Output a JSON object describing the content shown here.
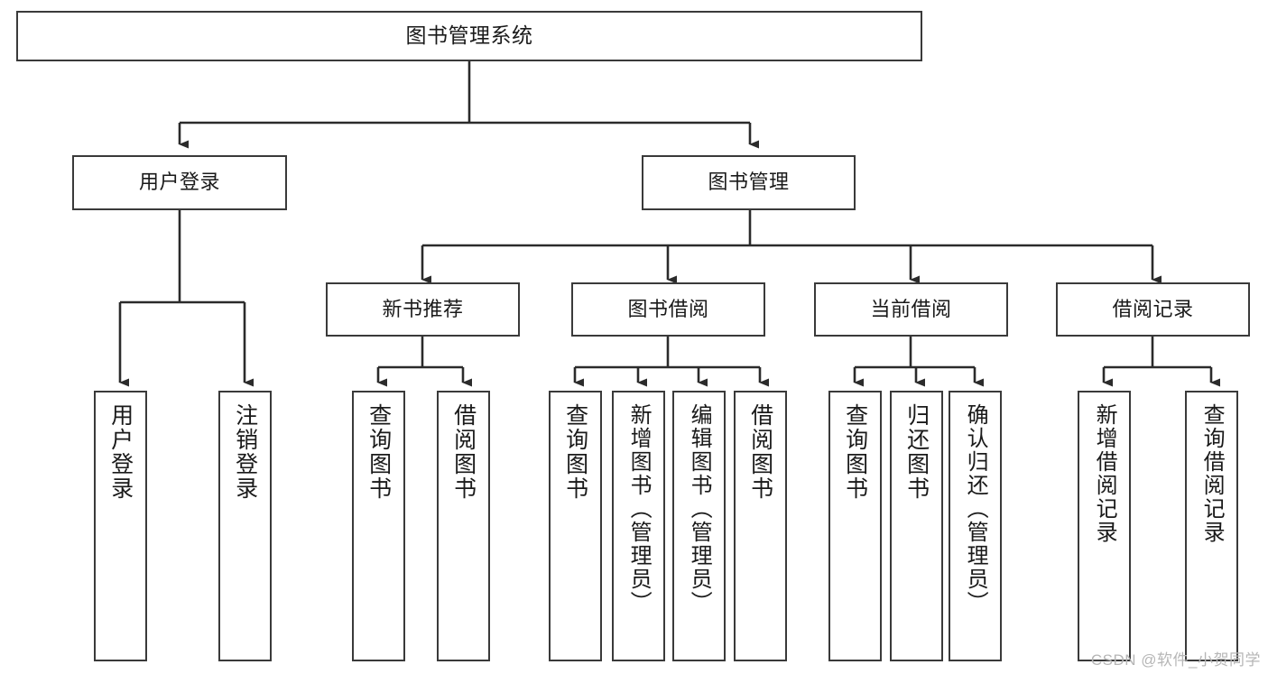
{
  "diagram": {
    "type": "tree-hierarchy",
    "title": "图书管理系统",
    "root": {
      "id": "root",
      "label": "图书管理系统"
    },
    "level1": [
      {
        "id": "user-login",
        "label": "用户登录"
      },
      {
        "id": "book-manage",
        "label": "图书管理"
      }
    ],
    "level2": [
      {
        "id": "new-book-rec",
        "label": "新书推荐",
        "parent": "book-manage"
      },
      {
        "id": "book-borrow",
        "label": "图书借阅",
        "parent": "book-manage"
      },
      {
        "id": "current-borrow",
        "label": "当前借阅",
        "parent": "book-manage"
      },
      {
        "id": "borrow-record",
        "label": "借阅记录",
        "parent": "book-manage"
      }
    ],
    "leaves": [
      {
        "id": "leaf-user-login",
        "label": "用户登录",
        "parent": "user-login"
      },
      {
        "id": "leaf-logout",
        "label": "注销登录",
        "parent": "user-login"
      },
      {
        "id": "leaf-query-book-1",
        "label": "查询图书",
        "parent": "new-book-rec"
      },
      {
        "id": "leaf-borrow-book-1",
        "label": "借阅图书",
        "parent": "new-book-rec"
      },
      {
        "id": "leaf-query-book-2",
        "label": "查询图书",
        "parent": "book-borrow"
      },
      {
        "id": "leaf-add-book",
        "label": "新增图书（管理员）",
        "parent": "book-borrow"
      },
      {
        "id": "leaf-edit-book",
        "label": "编辑图书（管理员）",
        "parent": "book-borrow"
      },
      {
        "id": "leaf-borrow-book-2",
        "label": "借阅图书",
        "parent": "book-borrow"
      },
      {
        "id": "leaf-query-book-3",
        "label": "查询图书",
        "parent": "current-borrow"
      },
      {
        "id": "leaf-return-book",
        "label": "归还图书",
        "parent": "current-borrow"
      },
      {
        "id": "leaf-confirm-return",
        "label": "确认归还（管理员）",
        "parent": "current-borrow"
      },
      {
        "id": "leaf-add-record",
        "label": "新增借阅记录",
        "parent": "borrow-record"
      },
      {
        "id": "leaf-query-record",
        "label": "查询借阅记录",
        "parent": "borrow-record"
      }
    ],
    "colors": {
      "box_border": "#3a3a3a",
      "box_fill": "#ffffff",
      "connector": "#2b2b2b",
      "text": "#1a1a1a",
      "watermark": "#b6b6b6",
      "background": "#ffffff"
    }
  },
  "watermark": {
    "text": "CSDN @软件_小贺同学"
  }
}
